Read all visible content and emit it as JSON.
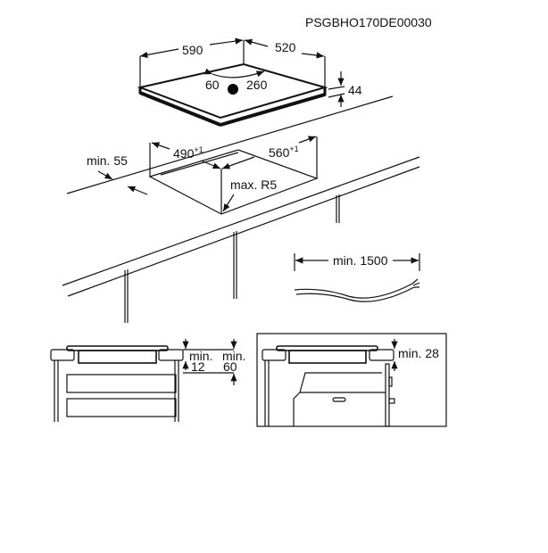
{
  "drawing_code": "PSGBHO170DE00030",
  "hob": {
    "width": "590",
    "depth": "520",
    "height": "44",
    "connection_left": "60",
    "connection_right": "260",
    "power_symbol": "power-connection-icon"
  },
  "cutout": {
    "width": "490",
    "width_tolerance": "+1",
    "depth": "560",
    "depth_tolerance": "+1",
    "min_front_distance": "min. 55",
    "corner_radius": "max. R5"
  },
  "cable": {
    "min_length": "min. 1500"
  },
  "section_drawers": {
    "label_a_top": "min.",
    "label_a_bottom": "12",
    "label_b_top": "min.",
    "label_b_bottom": "60"
  },
  "section_oven": {
    "label": "min. 28"
  }
}
